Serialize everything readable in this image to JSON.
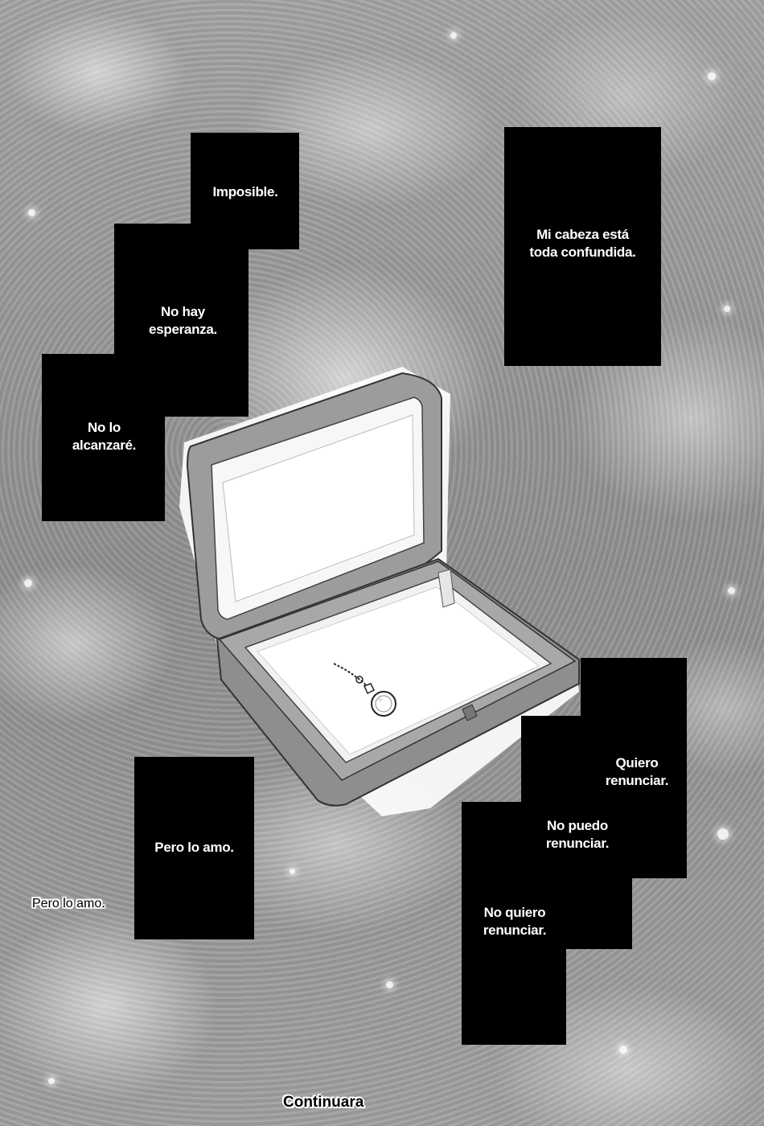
{
  "captions": {
    "imposible": "Imposible.",
    "no_hay_esperanza": "No hay\nesperanza.",
    "no_lo_alcanzare": "No lo\nalcanzaré.",
    "mi_cabeza": "Mi cabeza está\ntoda confundida.",
    "pero_lo_amo_box": "Pero lo amo.",
    "pero_lo_amo_outline": "Pero lo amo.",
    "quiero_renunciar": "Quiero\nrenunciar.",
    "no_puedo_renunciar": "No puedo\nrenunciar.",
    "no_quiero_renunciar": "No quiero\nrenunciar."
  },
  "footer": {
    "continuara": "Continuara"
  },
  "illustration": {
    "subject": "open-ring-box-icon",
    "pendant": "pendant-necklace-icon"
  },
  "colors": {
    "caption_background": "#000000",
    "caption_text": "#ffffff",
    "screentone": "#9a9a9a"
  }
}
